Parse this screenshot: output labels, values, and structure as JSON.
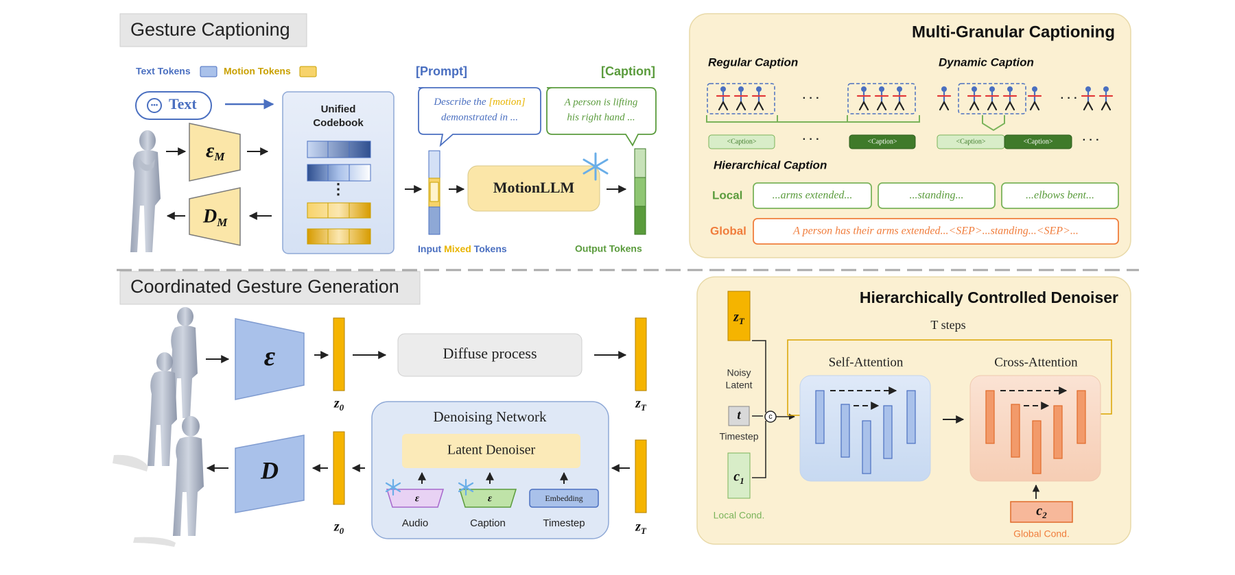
{
  "sections": {
    "gesture_captioning": "Gesture Captioning",
    "coordinated_generation": "Coordinated Gesture Generation"
  },
  "captioning": {
    "legend_text_tokens": "Text Tokens",
    "legend_motion_tokens": "Motion Tokens",
    "text_chip": "Text",
    "unified_codebook_line1": "Unified",
    "unified_codebook_line2": "Codebook",
    "encoder": "εM",
    "decoder": "DM",
    "prompt_label": "[Prompt]",
    "caption_label": "[Caption]",
    "prompt_line1_pre": "Describe the ",
    "prompt_line1_highlight": "[motion]",
    "prompt_line2": "demonstrated in ...",
    "caption_line1": "A person is lifting",
    "caption_line2": "his  right hand ...",
    "motionllm": "MotionLLM",
    "input_tokens_pre": "Input ",
    "input_tokens_mid": "Mixed",
    "input_tokens_post": " Tokens",
    "output_tokens": "Output Tokens",
    "vdots": "⋮"
  },
  "multi_granular": {
    "title": "Multi-Granular Captioning",
    "regular": "Regular Caption",
    "dynamic": "Dynamic Caption",
    "hierarchical": "Hierarchical Caption",
    "caption_tag": "<Caption>",
    "ellipsis": "· · ·",
    "local_label": "Local",
    "global_label": "Global",
    "local_1": "...arms extended...",
    "local_2": "...standing...",
    "local_3": "...elbows bent...",
    "global_text": "A person has their arms extended...<SEP>...standing...<SEP>..."
  },
  "generation": {
    "encoder": "ε",
    "decoder": "D",
    "z0": "z0",
    "zT": "zT",
    "diffuse": "Diffuse process",
    "denoising_network": "Denoising Network",
    "latent_denoiser": "Latent Denoiser",
    "audio_enc": "ε",
    "caption_enc": "ε",
    "embedding": "Embedding",
    "audio": "Audio",
    "caption": "Caption",
    "timestep": "Timestep"
  },
  "denoiser": {
    "title": "Hierarchically Controlled Denoiser",
    "zT": "zT",
    "noisy_latent_1": "Noisy",
    "noisy_latent_2": "Latent",
    "t": "t",
    "timestep": "Timestep",
    "c1": "c1",
    "local_cond": "Local Cond.",
    "concat": "c",
    "t_steps": "T steps",
    "self_attention": "Self-Attention",
    "cross_attention": "Cross-Attention",
    "c2": "c2",
    "global_cond": "Global Cond."
  },
  "colors": {
    "orange_latent": "#f5b400",
    "blue_token": "#a9c1ea",
    "green_caption": "#5a9b3c",
    "orange_global": "#f07d3c",
    "panel_bg": "#fbf0d2"
  }
}
